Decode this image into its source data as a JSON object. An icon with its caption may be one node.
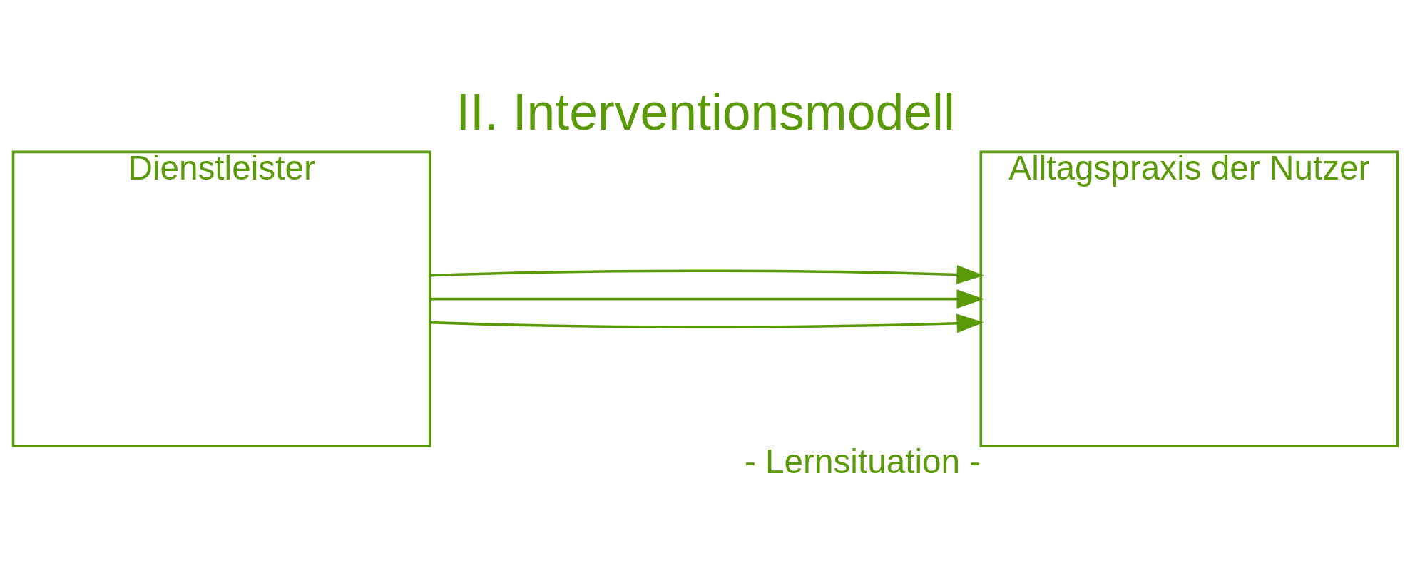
{
  "diagram": {
    "title": "II. Interventionsmodell",
    "nodes": [
      {
        "text": [
          "Dienstleister"
        ]
      },
      {
        "text": [
          "Alltagspraxis der Nutzer"
        ],
        "beside": [
          "- Lernsituation -"
        ]
      }
    ],
    "edges": [
      {
        "from": 0,
        "to": 1,
        "arrow": "to"
      },
      {
        "from": 0,
        "to": 1,
        "arrow": "to"
      },
      {
        "from": 0,
        "to": 1,
        "arrow": "to"
      }
    ]
  }
}
